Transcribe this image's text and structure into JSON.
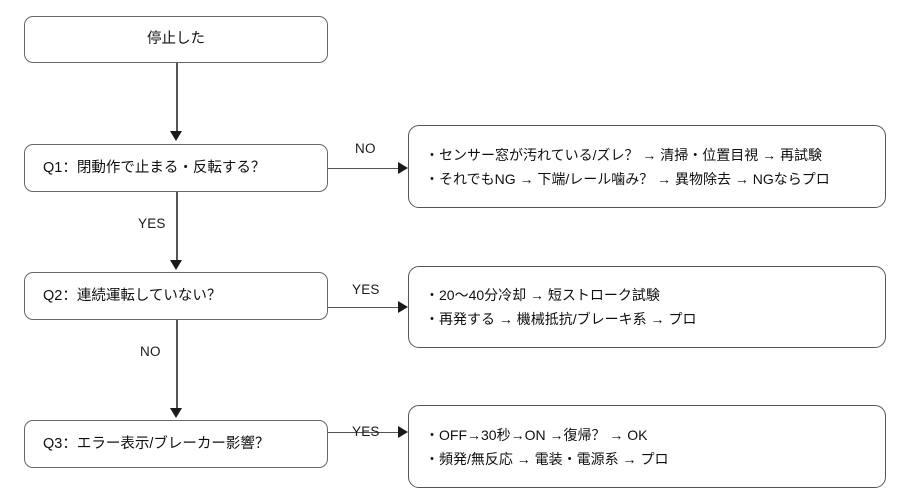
{
  "diagram": {
    "title": "停止した",
    "nodes": {
      "start": {
        "label": "停止した"
      },
      "q1": {
        "label": "Q1：閉動作で止まる・反転する？"
      },
      "q2": {
        "label": "Q2：連続運転していない？"
      },
      "q3": {
        "label": "Q3：エラー表示/ブレーカー影響？"
      }
    },
    "panels": {
      "p1": {
        "lines": [
          "・センサー窓が汚れている/ズレ？ → 清掃・位置目視 → 再試験",
          "・それでもNG → 下端/レール噛み？ → 異物除去 → NGならプロ"
        ]
      },
      "p2": {
        "lines": [
          "・20〜40分冷却 → 短ストローク試験",
          "・再発する → 機械抵抗/ブレーキ系 → プロ"
        ]
      },
      "p3": {
        "lines": [
          "・OFF→30秒→ON →復帰？ → OK",
          "・頻発/無反応 → 電装・電源系 → プロ"
        ]
      }
    },
    "edge_labels": {
      "start_to_q1": "",
      "q1_no": "NO",
      "q1_yes": "YES",
      "q2_yes": "YES",
      "q2_no": "NO",
      "q3_yes": "YES"
    },
    "colors": {
      "node_border": "#666666",
      "panel_border": "#555555",
      "connector": "#545454",
      "arrowhead": "#1a1a1a",
      "text": "#0f0f0f",
      "background": "#ffffff"
    }
  }
}
